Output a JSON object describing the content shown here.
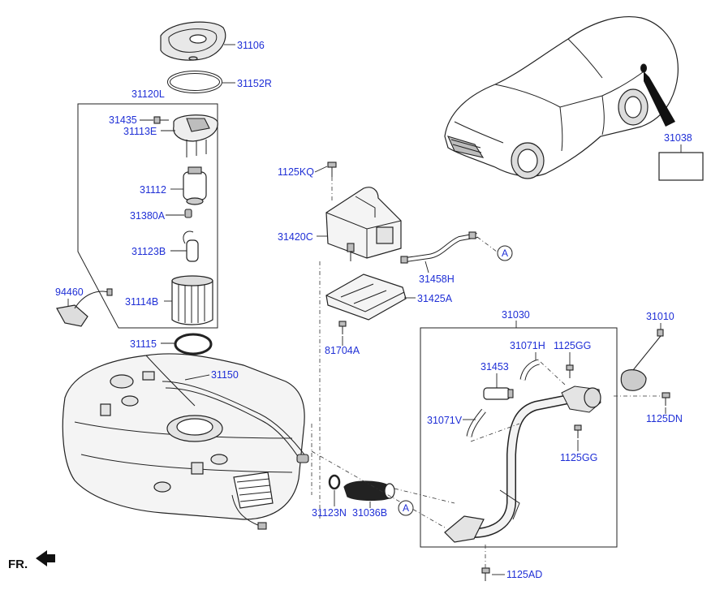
{
  "labels": {
    "p31106": "31106",
    "p31152R": "31152R",
    "p31120L": "31120L",
    "p31435": "31435",
    "p31113E": "31113E",
    "p31112": "31112",
    "p31380A": "31380A",
    "p31123B": "31123B",
    "p94460": "94460",
    "p31114B": "31114B",
    "p31115": "31115",
    "p31150": "31150",
    "p1125KQ": "1125KQ",
    "p31420C": "31420C",
    "p31458H": "31458H",
    "p31425A": "31425A",
    "p81704A": "81704A",
    "p31038": "31038",
    "p31030": "31030",
    "p31010": "31010",
    "p31071H": "31071H",
    "p1125GG_top": "1125GG",
    "p31453": "31453",
    "p31071V": "31071V",
    "p1125DN": "1125DN",
    "p1125GG_bottom": "1125GG",
    "p31123N": "31123N",
    "p31036B": "31036B",
    "p1125AD": "1125AD",
    "ref_a_top": "A",
    "ref_a_bottom": "A",
    "fr": "FR."
  },
  "colors": {
    "label": "#1f2fd6",
    "line": "#222222"
  }
}
